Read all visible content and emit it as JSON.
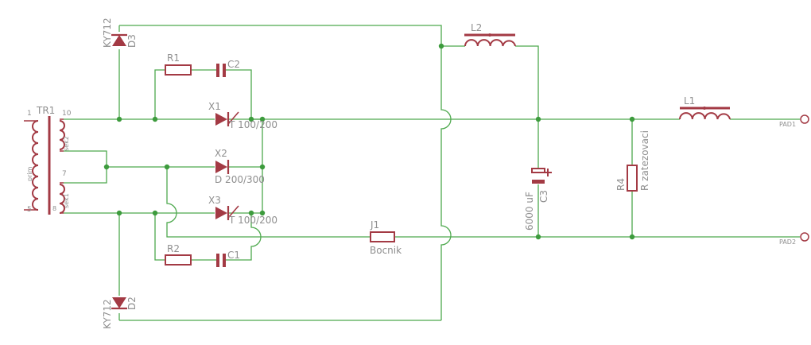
{
  "components": {
    "tr1": {
      "name": "TR1",
      "pin1": "1",
      "pin10": "10",
      "pin7": "7",
      "pin5": "5",
      "pin8": "8",
      "primary": "prim",
      "sec1": "sek1",
      "sec2": "sek2"
    },
    "d3": {
      "name": "D3",
      "value": "KY712"
    },
    "d2": {
      "name": "D2",
      "value": "KY712"
    },
    "r1": {
      "name": "R1"
    },
    "r2": {
      "name": "R2"
    },
    "c1": {
      "name": "C1"
    },
    "c2": {
      "name": "C2"
    },
    "x1": {
      "name": "X1",
      "value": "T 100/200"
    },
    "x2": {
      "name": "X2",
      "value": "D 200/300"
    },
    "x3": {
      "name": "X3",
      "value": "T 100/200"
    },
    "j1": {
      "name": "J1",
      "value": "Bocnik"
    },
    "l1": {
      "name": "L1"
    },
    "l2": {
      "name": "L2"
    },
    "c3": {
      "name": "C3",
      "value": "6000 uF"
    },
    "r4": {
      "name": "R4",
      "value": "R zatezovaci"
    },
    "pad1": {
      "name": "PAD1"
    },
    "pad2": {
      "name": "PAD2"
    }
  }
}
